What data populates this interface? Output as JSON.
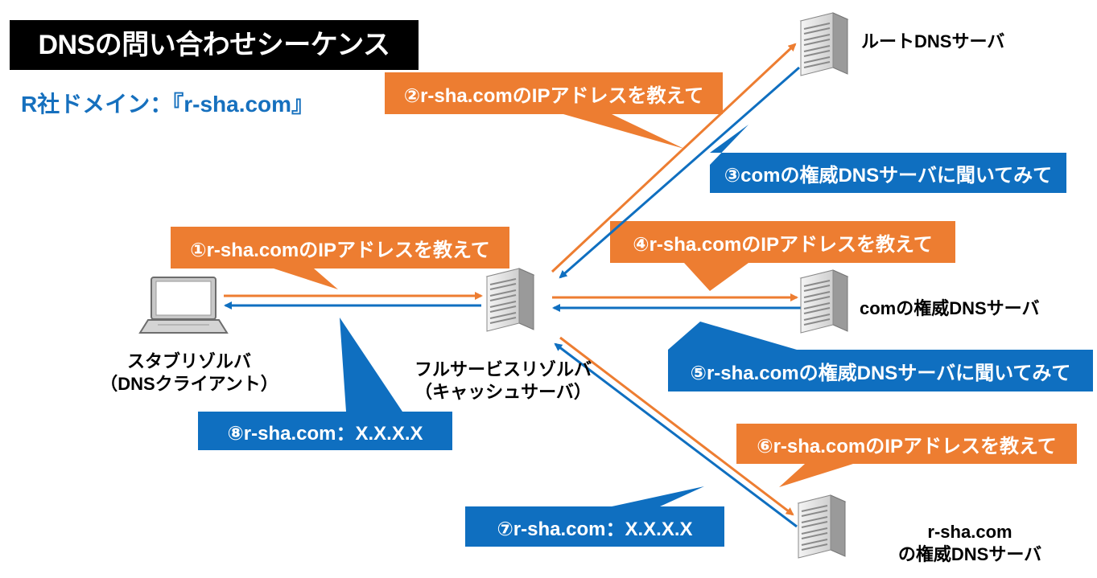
{
  "title": "DNSの問い合わせシーケンス",
  "subtitle": "R社ドメイン：『r-sha.com』",
  "colors": {
    "orange": "#ed7d31",
    "blue": "#0f6fc0",
    "title_bg": "#000000",
    "subtitle_text": "#1670be"
  },
  "nodes": {
    "stub_resolver": {
      "icon": "laptop-icon",
      "label_line1": "スタブリゾルバ",
      "label_line2": "（DNSクライアント）"
    },
    "full_resolver": {
      "icon": "server-icon",
      "label_line1": "フルサービスリゾルバ",
      "label_line2": "（キャッシュサーバ）"
    },
    "root_dns": {
      "icon": "server-icon",
      "label": "ルートDNSサーバ"
    },
    "com_dns": {
      "icon": "server-icon",
      "label": "comの権威DNSサーバ"
    },
    "rsha_dns": {
      "icon": "server-icon",
      "label_line1": "r-sha.com",
      "label_line2": "の権威DNSサーバ"
    }
  },
  "messages": [
    {
      "step": 1,
      "text": "①r-sha.comのIPアドレスを教えて",
      "color": "orange",
      "from": "stub_resolver",
      "to": "full_resolver"
    },
    {
      "step": 2,
      "text": "②r-sha.comのIPアドレスを教えて",
      "color": "orange",
      "from": "full_resolver",
      "to": "root_dns"
    },
    {
      "step": 3,
      "text": "③comの権威DNSサーバに聞いてみて",
      "color": "blue",
      "from": "root_dns",
      "to": "full_resolver"
    },
    {
      "step": 4,
      "text": "④r-sha.comのIPアドレスを教えて",
      "color": "orange",
      "from": "full_resolver",
      "to": "com_dns"
    },
    {
      "step": 5,
      "text": "⑤r-sha.comの権威DNSサーバに聞いてみて",
      "color": "blue",
      "from": "com_dns",
      "to": "full_resolver"
    },
    {
      "step": 6,
      "text": "⑥r-sha.comのIPアドレスを教えて",
      "color": "orange",
      "from": "full_resolver",
      "to": "rsha_dns"
    },
    {
      "step": 7,
      "text": "⑦r-sha.com：X.X.X.X",
      "color": "blue",
      "from": "rsha_dns",
      "to": "full_resolver"
    },
    {
      "step": 8,
      "text": "⑧r-sha.com：X.X.X.X",
      "color": "blue",
      "from": "full_resolver",
      "to": "stub_resolver"
    }
  ]
}
